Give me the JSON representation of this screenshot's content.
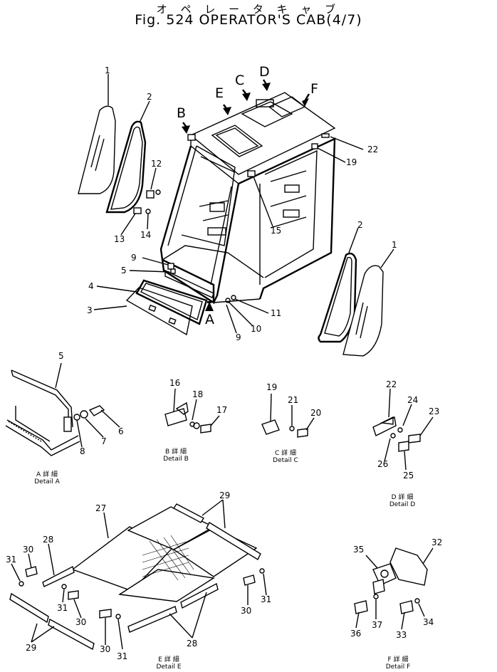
{
  "title": {
    "jp": "オ ペ レ ー タ キ ャ ブ",
    "en": "Fig. 524 OPERATOR'S CAB(4/7)"
  },
  "view_letters": [
    "A",
    "B",
    "C",
    "D",
    "E",
    "F"
  ],
  "part_numbers": {
    "main": [
      "1",
      "2",
      "12",
      "13",
      "14",
      "9",
      "5",
      "4",
      "3",
      "15",
      "19",
      "22",
      "2",
      "1",
      "11",
      "10",
      "9"
    ],
    "detail_a": [
      "5",
      "6",
      "7",
      "8"
    ],
    "detail_b": [
      "16",
      "18",
      "17"
    ],
    "detail_c": [
      "19",
      "21",
      "20"
    ],
    "detail_d": [
      "22",
      "24",
      "23",
      "26",
      "25"
    ],
    "detail_e": [
      "27",
      "29",
      "28",
      "31",
      "30",
      "31",
      "30",
      "29",
      "30",
      "31",
      "28",
      "30",
      "31"
    ],
    "detail_f": [
      "35",
      "32",
      "36",
      "37",
      "33",
      "34"
    ]
  },
  "detail_captions": {
    "a": {
      "jp": "A 詳 細",
      "en": "Detail A"
    },
    "b": {
      "jp": "B 詳 細",
      "en": "Detail B"
    },
    "c": {
      "jp": "C 詳 細",
      "en": "Detail C"
    },
    "d": {
      "jp": "D 詳 細",
      "en": "Detail D"
    },
    "e": {
      "jp": "E 詳 細",
      "en": "Detail E"
    },
    "f": {
      "jp": "F 詳 細",
      "en": "Detail F"
    }
  }
}
